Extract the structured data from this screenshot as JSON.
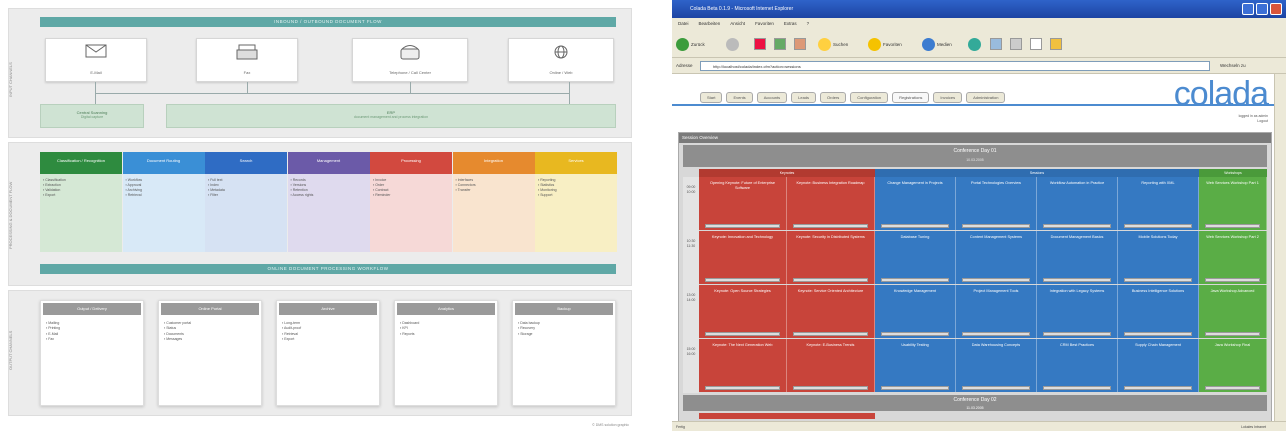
{
  "diagram": {
    "top_bar": "INBOUND / OUTBOUND DOCUMENT FLOW",
    "section_labels": [
      "INPUT\nCHANNELS",
      "PROCESSING &\nDOCUMENT FLOW",
      "OUTPUT\nCHANNELS"
    ],
    "input_cards": [
      {
        "label": "E-Mail",
        "icon": "envelope-icon"
      },
      {
        "label": "Fax",
        "icon": "fax-icon"
      },
      {
        "label": "Telephone / Call Center",
        "icon": "phone-icon"
      },
      {
        "label": "Online / Web",
        "icon": "globe-icon"
      }
    ],
    "green_left": {
      "title": "Central Scanning",
      "sub": "Digital capture"
    },
    "green_right": {
      "title": "ERP",
      "sub": "document management and process integration"
    },
    "proc_columns": [
      {
        "head": "Classification / Recognition",
        "color": "#2e8b3f",
        "bg": "#d5e8d5",
        "items": [
          "▪ Classification",
          "▪ Extraction",
          "▪ Validation",
          "▪ Export"
        ]
      },
      {
        "head": "Document Routing",
        "color": "#3a8fd6",
        "bg": "#d8e9f7",
        "items": [
          "▪ Workflow",
          "▪ Approval",
          "▪ Archiving",
          "▪ Retrieval"
        ]
      },
      {
        "head": "Search",
        "color": "#2f6cc4",
        "bg": "#d6e2f3",
        "items": [
          "▪ Full text",
          "▪ Index",
          "▪ Metadata",
          "▪ Filter"
        ]
      },
      {
        "head": "Management",
        "color": "#6b5aa8",
        "bg": "#dfdaee",
        "items": [
          "▪ Records",
          "▪ Versions",
          "▪ Retention",
          "▪ Access rights"
        ]
      },
      {
        "head": "Processing",
        "color": "#d2493f",
        "bg": "#f6d9d7",
        "items": [
          "▪ Invoice",
          "▪ Order",
          "▪ Contract",
          "▪ Reminder"
        ]
      },
      {
        "head": "Integration",
        "color": "#e68a2e",
        "bg": "#f9e4cf",
        "items": [
          "▪ Interfaces",
          "▪ Connectors",
          "▪ Transfer"
        ]
      },
      {
        "head": "Services",
        "color": "#e8b820",
        "bg": "#f8efc4",
        "items": [
          "▪ Reporting",
          "▪ Statistics",
          "▪ Monitoring",
          "▪ Support"
        ]
      }
    ],
    "bottom_bar": "ONLINE DOCUMENT PROCESSING WORKFLOW",
    "output_cards": [
      {
        "head": "Output / Delivery",
        "items": [
          "▪ Mailing",
          "▪ Printing",
          "▪ E-Mail",
          "▪ Fax"
        ]
      },
      {
        "head": "Online Portal",
        "items": [
          "▪ Customer portal",
          "▪ Status",
          "▪ Documents",
          "▪ Messages"
        ]
      },
      {
        "head": "Archive",
        "items": [
          "▪ Long-term",
          "▪ Audit-proof",
          "▪ Retrieval",
          "▪ Export"
        ]
      },
      {
        "head": "Analytics",
        "items": [
          "▪ Dashboard",
          "▪ KPI",
          "▪ Reports"
        ]
      },
      {
        "head": "Backup",
        "items": [
          "▪ Data backup",
          "▪ Recovery",
          "▪ Storage"
        ]
      }
    ],
    "copyright": "© DMS solution graphic"
  },
  "browser": {
    "title": "Colada Beta 0.1.9 - Microsoft Internet Explorer",
    "menu": [
      "Datei",
      "Bearbeiten",
      "Ansicht",
      "Favoriten",
      "Extras",
      "?"
    ],
    "toolbar": {
      "back": "Zurück",
      "search": "Suchen",
      "favorites": "Favoriten",
      "media": "Medien"
    },
    "address_label": "Adresse",
    "address": "http://localhost/colada/index.cfm?action=sessions",
    "go_label": "Wechseln zu",
    "tabs": [
      "Start",
      "Events",
      "Accounts",
      "Leads",
      "Orders",
      "Configuration",
      "Registrations",
      "Invoices",
      "Administration"
    ],
    "active_tab": 6,
    "logo": "colada",
    "user_lines": [
      "logged in as admin",
      "Logout"
    ],
    "session_title": "Session Overview",
    "conference1": {
      "title": "Conference Day 01",
      "sub": "10.03.2005"
    },
    "conference2": {
      "title": "Conference Day 02",
      "sub": "11.03.2005"
    },
    "categories": [
      {
        "label": "Keynotes",
        "color": "#b23a30"
      },
      {
        "label": "Sessions",
        "color": "#2f6db0"
      },
      {
        "label": "Workshops",
        "color": "#4a9a3a"
      }
    ],
    "times": [
      "09:00\n10:00",
      "10:30\n11:30",
      "13:00\n14:00",
      "15:00\n16:00"
    ],
    "rows": [
      [
        "Opening Keynote: Future of Enterprise Software",
        "Keynote: Business Integration Roadmap",
        "Change Management in Projects",
        "Portal Technologies Overview",
        "Workflow Automation in Practice",
        "Reporting with XML",
        "Web Services Workshop Part 1"
      ],
      [
        "Keynote: Innovation and Technology",
        "Keynote: Security in Distributed Systems",
        "Database Tuning",
        "Content Management Systems",
        "Document Management Basics",
        "Mobile Solutions Today",
        "Web Services Workshop Part 2"
      ],
      [
        "Keynote: Open Source Strategies",
        "Keynote: Service Oriented Architecture",
        "Knowledge Management",
        "Project Management Tools",
        "Integration with Legacy Systems",
        "Business Intelligence Solutions",
        "Java Workshop Advanced"
      ],
      [
        "Keynote: The Next Generation Web",
        "Keynote: E-Business Trends",
        "Usability Testing",
        "Data Warehousing Concepts",
        "CRM Best Practices",
        "Supply Chain Management",
        "Java Workshop Final"
      ]
    ],
    "status": "Fertig",
    "status_right": "Lokales Intranet"
  }
}
